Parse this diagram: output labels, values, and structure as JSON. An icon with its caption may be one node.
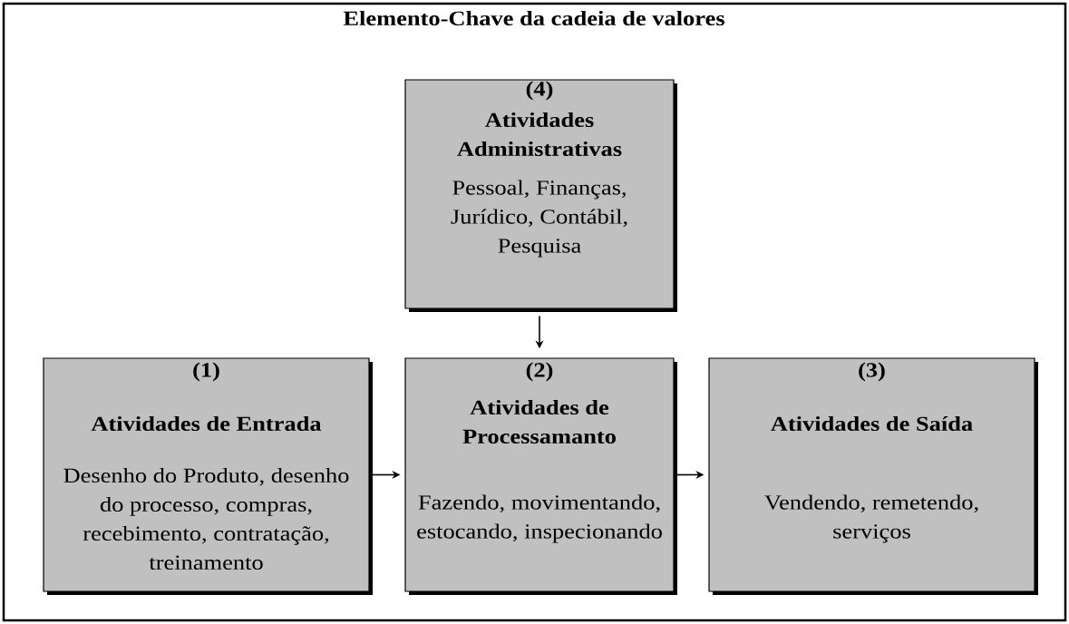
{
  "diagram": {
    "title": "Elemento-Chave da cadeia de valores",
    "nodes": [
      {
        "text": [
          "(4)",
          "Atividades Administrativas",
          "Pessoal, Finanças, Jurídico, Contábil, Pesquisa"
        ]
      },
      {
        "text": [
          "(1)",
          "Atividades de Entrada",
          "Desenho do Produto, desenho do processo, compras, recebimento, contratação, treinamento"
        ]
      },
      {
        "text": [
          "(2)",
          "Atividades de Processamanto",
          "Fazendo, movimentando, estocando, inspecionando"
        ]
      },
      {
        "text": [
          "(3)",
          "Atividades de Saída",
          "Vendendo, remetendo, serviços"
        ]
      }
    ],
    "edges": [
      {
        "from": 0,
        "to": 2,
        "arrow": "to"
      },
      {
        "from": 1,
        "to": 2,
        "arrow": "to"
      },
      {
        "from": 2,
        "to": 3,
        "arrow": "to"
      }
    ]
  }
}
